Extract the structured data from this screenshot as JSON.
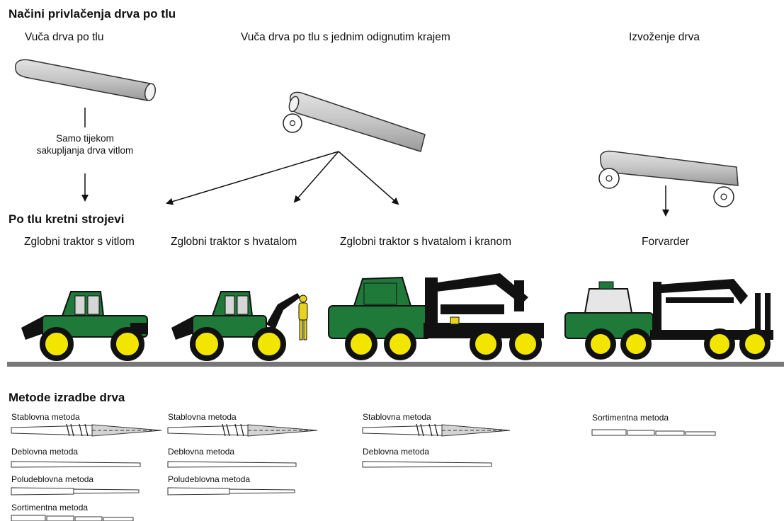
{
  "headings": {
    "skidding": "Načini privlačenja drva po tlu",
    "machines": "Po tlu kretni strojevi",
    "methods": "Metode izradbe drva"
  },
  "modes": {
    "ground": "Vuča drva po tlu",
    "one_end": "Vuča drva po tlu s jednim odignutim krajem",
    "forwarding": "Izvoženje drva"
  },
  "note": {
    "line1": "Samo tijekom",
    "line2": "sakupljanja drva vitlom"
  },
  "machine_labels": {
    "winch": "Zglobni traktor s vitlom",
    "grapple": "Zglobni traktor s hvatalom",
    "grapple_crane": "Zglobni traktor s hvatalom i kranom",
    "forwarder": "Forvarder"
  },
  "method_labels": {
    "tree": "Stablovna metoda",
    "stem": "Deblovna metoda",
    "half_stem": "Poludeblovna metoda",
    "assortment": "Sortimentna metoda"
  },
  "colors": {
    "machine_green": "#1f7a3a",
    "wheel_yellow": "#f2e600",
    "log_gray": "#c8c8c8",
    "ground_gray": "#777777",
    "operator_yellow": "#e8d21a"
  },
  "icons": [
    "log-icon",
    "wheel-icon",
    "arrow-icon",
    "skidder-icon",
    "forwarder-icon",
    "operator-icon",
    "stem-icon",
    "crown-icon"
  ]
}
